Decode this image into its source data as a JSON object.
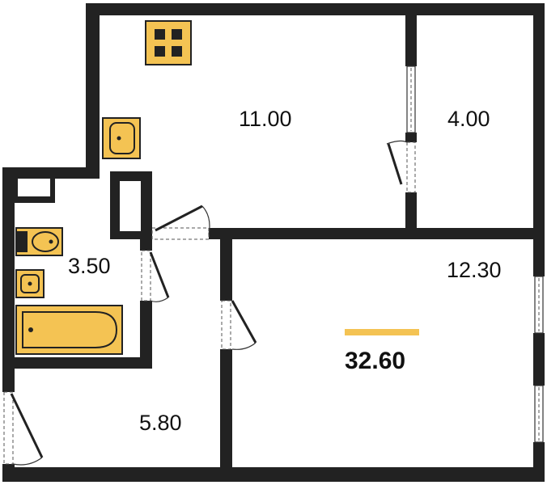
{
  "plan": {
    "rooms": [
      {
        "id": "kitchen",
        "area": "11.00"
      },
      {
        "id": "loggia",
        "area": "4.00"
      },
      {
        "id": "bathroom",
        "area": "3.50"
      },
      {
        "id": "living-room",
        "area": "12.30"
      },
      {
        "id": "hallway",
        "area": "5.80"
      }
    ],
    "total_area": "32.60",
    "colors": {
      "wall": "#222222",
      "fixture": "#F4C353",
      "accent": "#F4C353",
      "background": "#ffffff"
    },
    "icons": [
      "stove-icon",
      "kitchen-sink-icon",
      "toilet-icon",
      "wash-basin-icon",
      "bathtub-icon"
    ]
  }
}
